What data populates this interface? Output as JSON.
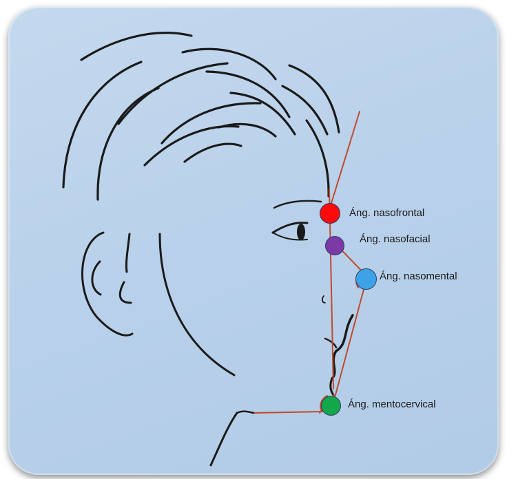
{
  "labels": {
    "nasofrontal": "Áng. nasofrontal",
    "nasofacial": "Áng. nasofacial",
    "nasomental": "Áng. nasomental",
    "mentocervical": "Áng. mentocervical"
  },
  "dot_colors": {
    "nasofrontal": "#ff0a0a",
    "nasofacial": "#7b3aa6",
    "nasomental": "#3ea3e6",
    "mentocervical": "#12a84a"
  },
  "colors": {
    "background": "#b9d1ea",
    "sketch_lines": "#1a1a1a",
    "angle_lines": "#c0492b"
  }
}
